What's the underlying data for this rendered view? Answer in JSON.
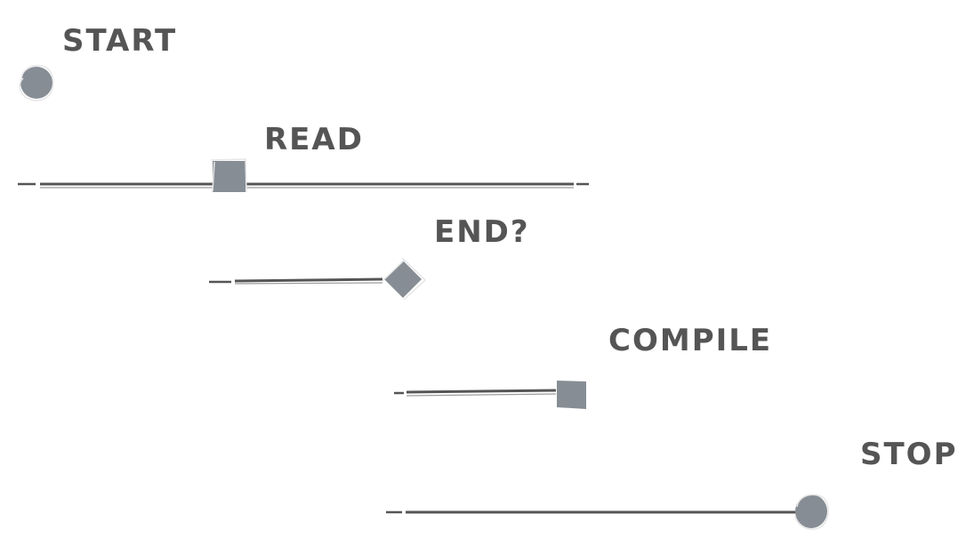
{
  "diagram": {
    "style": "hand-drawn",
    "colors": {
      "node_fill": "#878d94",
      "text": "#555555",
      "edge": "#555555"
    },
    "nodes": [
      {
        "id": "start",
        "label": "START",
        "shape": "circle"
      },
      {
        "id": "read",
        "label": "READ",
        "shape": "rectangle"
      },
      {
        "id": "end_check",
        "label": "END?",
        "shape": "diamond"
      },
      {
        "id": "compile",
        "label": "COMPILE",
        "shape": "rectangle"
      },
      {
        "id": "stop",
        "label": "STOP",
        "shape": "circle"
      }
    ],
    "edges": [
      {
        "node": "read",
        "type": "line-through"
      },
      {
        "node": "end_check",
        "type": "line-in"
      },
      {
        "node": "compile",
        "type": "line-in"
      },
      {
        "node": "stop",
        "type": "line-in"
      }
    ]
  }
}
